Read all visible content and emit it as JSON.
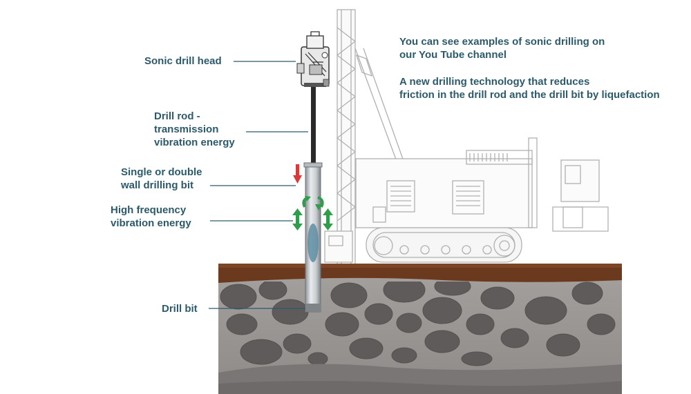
{
  "labels": {
    "drill_head": [
      "Sonic drill head"
    ],
    "drill_rod": [
      "Drill rod -",
      "transmission",
      "vibration energy"
    ],
    "drilling_bit": [
      "Single or double",
      "wall drilling bit"
    ],
    "vibration": [
      "High frequency",
      "vibration energy"
    ],
    "drill_bit": [
      "Drill bit"
    ]
  },
  "info": {
    "youtube": [
      "You can see examples of sonic drilling on",
      "our You Tube channel"
    ],
    "technology": [
      "A new drilling technology that reduces",
      "friction in the drill rod and the drill bit by liquefaction"
    ]
  },
  "colors": {
    "label_text": "#2c5a6b",
    "leader_line": "#2c5a6b",
    "topsoil": "#6b3a1e",
    "ground": "#9a9694",
    "stones": "#5e5b5a",
    "bedrock": "#7a7675",
    "arrow_down": "#d83a3a",
    "rotation_arrows": "#2f9d4b",
    "rig_outline": "#a9a9a9"
  },
  "icons": [
    "down-arrow-icon",
    "rotation-arrow-icon",
    "double-arrow-icon"
  ]
}
